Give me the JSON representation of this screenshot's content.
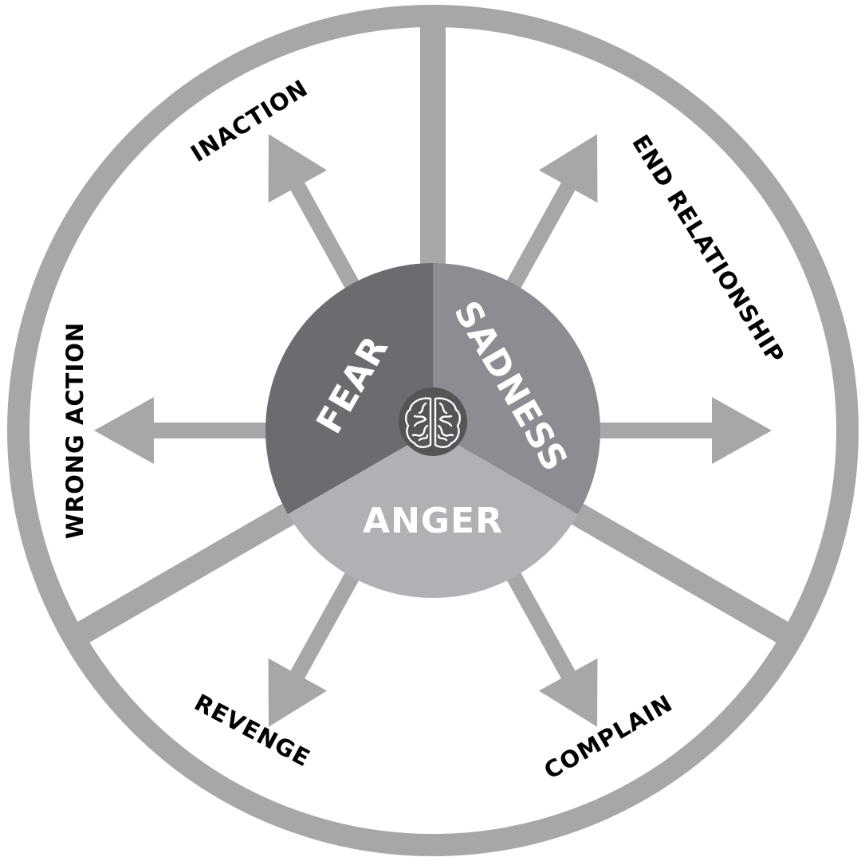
{
  "diagram": {
    "title": "Emotions and resulting actions wheel",
    "colors": {
      "ring": "#a6a8a7",
      "spoke": "#a6a8a7",
      "arrow": "#a6a8a7",
      "fear": "#6b6c70",
      "sadness": "#8b8d92",
      "anger": "#b0b1b5",
      "hub": "#555558",
      "brain": "#ffffff",
      "outcome_text": "#000000",
      "emotion_text": "#ffffff"
    },
    "emotions": [
      {
        "id": "fear",
        "label": "FEAR"
      },
      {
        "id": "sadness",
        "label": "SADNESS"
      },
      {
        "id": "anger",
        "label": "ANGER"
      }
    ],
    "center_icon": "brain-icon",
    "outcomes": [
      {
        "id": "inaction",
        "label": "INACTION",
        "emotion": "fear"
      },
      {
        "id": "wrong-action",
        "label": "WRONG ACTION",
        "emotion": "fear"
      },
      {
        "id": "end-relationship",
        "label": "END RELATIONSHIP",
        "emotion": "sadness"
      },
      {
        "id": "sadness-east",
        "label": "",
        "emotion": "sadness"
      },
      {
        "id": "revenge",
        "label": "REVENGE",
        "emotion": "anger"
      },
      {
        "id": "complain",
        "label": "COMPLAIN",
        "emotion": "anger"
      }
    ]
  }
}
